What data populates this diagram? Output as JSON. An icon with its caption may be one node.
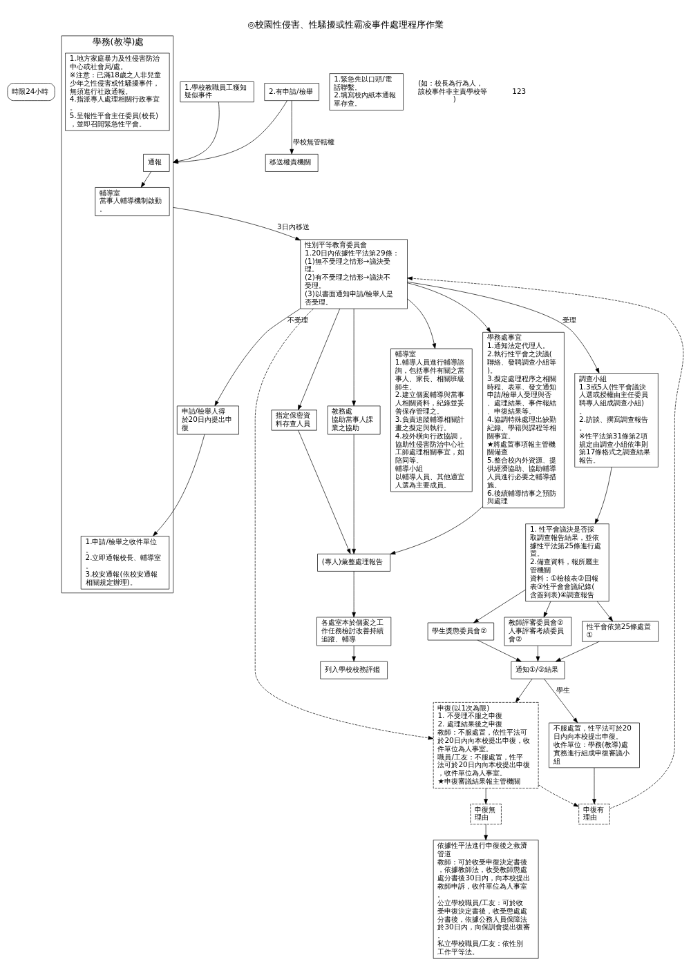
{
  "diagram": {
    "title": "◎校園性侵害、性騷擾或性霸凌事件處理程序作業",
    "nodes": [
      {
        "text": [
          "時限24小時"
        ]
      },
      {
        "text": [
          "1.學校教職員工獲知疑似事件"
        ]
      },
      {
        "text": [
          "2.有申請/檢舉"
        ]
      },
      {
        "text": [
          "1.緊急先以口頭/電話聯繫。",
          "2.填寫校內紙本通報單存查。"
        ]
      },
      {
        "text": [
          "移送權責機關"
        ]
      },
      {
        "text": [
          "學務(教導)處"
        ]
      },
      {
        "text": [
          "通報"
        ],
        "in": 5
      },
      {
        "text": [
          "1.地方家庭暴力及性侵害防治中心或社會局/處。",
          "※注意：已滿18歲之人非兒童少年之性侵害或性騷擾事件，無須進行社政通報。",
          "4.指派專人處理相關行政事宜。",
          "5.呈報性平會主任委員(校長)，並即召開緊急性平會。"
        ],
        "in": 5
      },
      {
        "text": [
          "1.申請/檢舉之收件單位。",
          "2.立即通報校長、輔導室。",
          "3.校安通報(依校安通報相關規定辦理)。"
        ],
        "in": 5
      },
      {
        "text": [
          "輔導室",
          "當事人輔導機制啟動。"
        ],
        "in": 5
      },
      {
        "text": [
          "性別平等教育委員會",
          "1.20日內依據性平法第29條：",
          "(1)無不受理之情形→議決受理。",
          "(2)有不受理之情形→議決不受理。",
          "(3)以書面通知申請/檢舉人是否受理。"
        ]
      },
      {
        "text": [
          "申請/檢舉人得於20日內提出申復"
        ]
      },
      {
        "text": [
          "調查小組",
          "1.3或5人(性平會議決人選或授權由主任委員聘專人組成調查小組)。",
          "2.訪談、撰寫調查報告。",
          "※性平法第31條第2項規定由調查小組依準則第17條格式之調查結果報告。"
        ]
      },
      {
        "text": [
          "1. 性平會議決是否採取調查報告結果，並依據性平法第25條進行處置。",
          "2.備查資料，報所屬主管機關",
          "資料：①檢核表②回報表③性平會會議紀錄(含簽到表)④調查報告"
        ]
      },
      {
        "text": [
          "學務處事宜",
          "1.通知法定代理人。",
          "2.執行性平會之決議(聯絡、發聘調查小組等)。",
          "3.擬定處理程序之相關時程、表單、發文通知申請/檢舉人受理與否、處理結果、事件報結、申復結果等。",
          "4.協調特殊處理出缺勤紀錄、學籍與課程等相關事宜。",
          "★將處置事項報主管機關備查",
          "5.整合校內外資源、提供經濟協助、協助輔導人員進行必要之輔導措施。",
          "6.後續輔導情事之預防與處理"
        ]
      },
      {
        "text": [
          "指定保密資料存查人員"
        ]
      },
      {
        "text": [
          "教務處",
          "協助當事人課業之協助"
        ]
      },
      {
        "text": [
          "輔導室",
          "1.輔導人員進行輔導諮詢，包括事件有關之當事人、家長、相關班級師生。",
          "2.建立個案輔導與當事人相關資料，紀錄並妥善保存管理之。",
          "3.負責追蹤輔導相關計畫之擬定與執行。",
          "4.校外橫向行政協調，協助性侵害防治中心社工師處理相關事宜，如陪同等。",
          "輔導小組",
          "以輔導人員、其他適宜人選為主要成員。"
        ]
      },
      {
        "text": [
          "申復有理由"
        ]
      },
      {
        "text": [
          "學生獎懲委員會②"
        ]
      },
      {
        "text": [
          "教師評審委員會②",
          "人事評審考績委員會②"
        ]
      },
      {
        "text": [
          "性平會依第25條處置①"
        ]
      },
      {
        "text": [
          "通知①/②結果"
        ]
      },
      {
        "text": [
          "申復(以1次為限)",
          "1. 不受理不服之申復",
          "2. 處理結果後之申復",
          "教師：不服處置，依性平法可於20日內向本校提出申復，收件單位為人事室。",
          "職員/工友：不服處置，性平法可於20日內向本校提出申復，收件單位為人事室。",
          "★申復審議結果報主管機關"
        ]
      },
      {
        "text": [
          "申復無理由"
        ]
      },
      {
        "text": [
          "不服處置，性平法可於20日內向本校提出申復。",
          "收件單位：學務(教導)處",
          "實務進行組成申復審議小組"
        ]
      },
      {
        "text": [
          "依據性平法進行申復後之救濟管道",
          "教師：可於收受申復決定書後，依據教師法，收受教師懲處處分書後30日內，向本校提出教師申訴，收件單位為人事室。",
          "公立學校職員/工友：可於收受申復決定書後，收受懲處處分書後，依據公務人員保障法於30日內，向保訓會提出復審。",
          "私立學校職員/工友：依性別工作平等法。"
        ]
      },
      {
        "text": [
          "(專人)彙整處理報告"
        ]
      },
      {
        "text": [
          "各處室本於個案之工作任務檢討改善持續追蹤、輔導"
        ]
      },
      {
        "text": [
          "列入學校校務評鑑"
        ]
      }
    ],
    "edges": [
      {
        "from": 1,
        "to": 5,
        "arrow": "to"
      },
      {
        "from": 2,
        "to": 5,
        "arrow": "to"
      },
      {
        "from": 2,
        "to": 4,
        "arrow": "to",
        "label": "學校無管轄權"
      },
      {
        "from": 6,
        "to": 9,
        "arrow": "to"
      },
      {
        "from": 5,
        "to": 10,
        "arrow": "to",
        "label": "3日內移送"
      },
      {
        "from": 10,
        "to": 11,
        "arrow": "to",
        "label": "不受理"
      },
      {
        "from": 11,
        "to": 8,
        "arrow": "to"
      },
      {
        "from": 10,
        "to": 12,
        "arrow": "to",
        "label": "受理"
      },
      {
        "from": 10,
        "to": 14,
        "arrow": "to"
      },
      {
        "from": 10,
        "to": 15,
        "arrow": "to"
      },
      {
        "from": 10,
        "to": 16,
        "arrow": "to"
      },
      {
        "from": 10,
        "to": 17,
        "arrow": "to"
      },
      {
        "from": 10,
        "to": 23,
        "arrow": "to",
        "style": "dashed"
      },
      {
        "from": 12,
        "to": 13,
        "arrow": "to"
      },
      {
        "from": 13,
        "to": 19,
        "arrow": "to"
      },
      {
        "from": 13,
        "to": 20,
        "arrow": "to"
      },
      {
        "from": 13,
        "to": 21,
        "arrow": "to"
      },
      {
        "from": 19,
        "to": 22,
        "arrow": "to"
      },
      {
        "from": 20,
        "to": 22,
        "arrow": "to"
      },
      {
        "from": 21,
        "to": 22,
        "arrow": "to"
      },
      {
        "from": 22,
        "to": 23,
        "arrow": "to"
      },
      {
        "from": 22,
        "to": 25,
        "arrow": "to",
        "label": "學生"
      },
      {
        "from": 25,
        "to": 18,
        "arrow": "to"
      },
      {
        "from": 23,
        "to": 18,
        "arrow": "to",
        "style": "dashed"
      },
      {
        "from": 18,
        "to": 10,
        "arrow": "to",
        "style": "dashed"
      },
      {
        "from": 23,
        "to": 24,
        "arrow": "to"
      },
      {
        "from": 24,
        "to": 26,
        "arrow": "to"
      },
      {
        "from": 14,
        "to": 27,
        "arrow": "to"
      },
      {
        "from": 15,
        "to": 27,
        "arrow": "to"
      },
      {
        "from": 16,
        "to": 27,
        "arrow": "to"
      },
      {
        "from": 27,
        "to": 28,
        "arrow": "to"
      },
      {
        "from": 28,
        "to": 29,
        "arrow": "to"
      }
    ],
    "labels": [
      "(如：校長為行為人，該校事件非主責學校等)",
      "123"
    ]
  }
}
